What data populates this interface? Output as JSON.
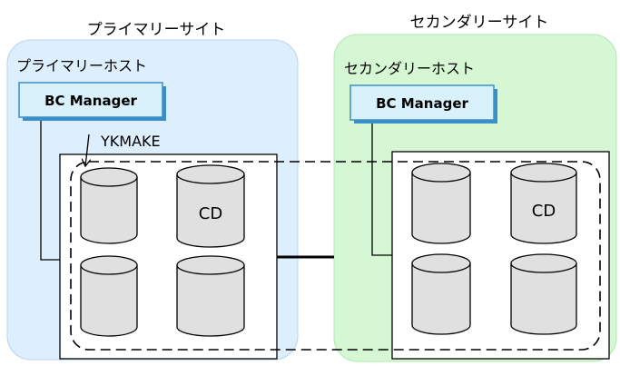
{
  "primary": {
    "site_label": "プライマリーサイト",
    "host_label": "プライマリーホスト",
    "bc_manager": "BC Manager",
    "command": "YKMAKE",
    "volume_label": "CD"
  },
  "secondary": {
    "site_label": "セカンダリーサイト",
    "host_label": "セカンダリーホスト",
    "bc_manager": "BC Manager",
    "volume_label": "CD"
  },
  "colors": {
    "primary_site_fill": "#ddeefd",
    "primary_site_stroke": "#b7d3ef",
    "secondary_site_fill": "#d5f7d3",
    "secondary_site_stroke": "#b0e8ad",
    "bc_fill": "#d9f1fb",
    "bc_shadow": "#3a8fc8",
    "cylinder_fill": "#e0e0e0"
  }
}
